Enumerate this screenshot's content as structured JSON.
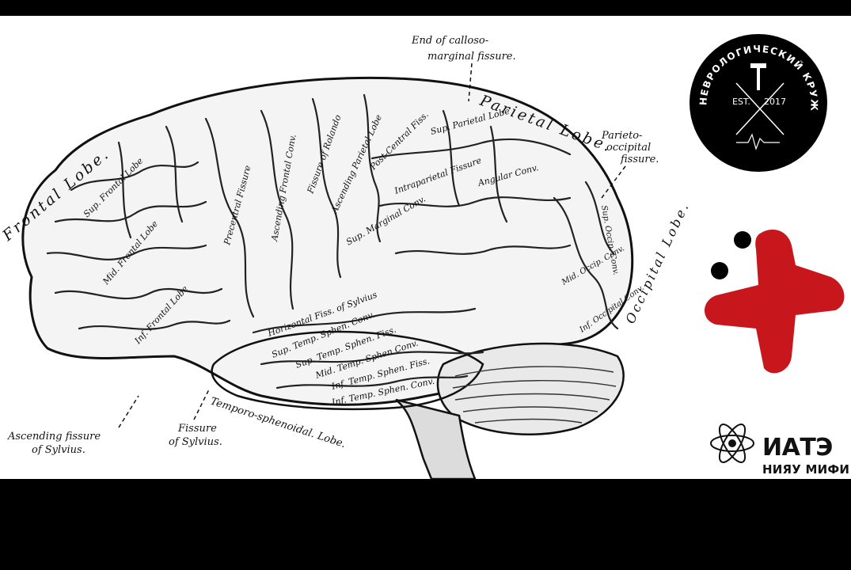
{
  "labels": {
    "frontal_lobe": "Frontal Lobe.",
    "parietal_lobe": "Parietal Lobe.",
    "occipital_lobe": "Occipital Lobe.",
    "temporo_sphenoidal_lobe": "Temporo-sphenoidal. Lobe.",
    "end_callosomarginal_1": "End of calloso-",
    "end_callosomarginal_2": "marginal fissure.",
    "parieto_occipital_1": "Parieto-",
    "parieto_occipital_2": "occipital",
    "parieto_occipital_3": "fissure.",
    "ascending_fissure_1": "Ascending fissure",
    "ascending_fissure_2": "of Sylvius.",
    "fissure_sylvius_1": "Fissure",
    "fissure_sylvius_2": "of Sylvius.",
    "sup_frontal_lobe": "Sup. Frontal Lobe",
    "mid_frontal_lobe": "Mid. Frontal Lobe",
    "inf_frontal_lobe": "Inf. Frontal Lobe",
    "precentral_fissure": "Precentral Fissure",
    "ascending_frontal_conv": "Ascending Frontal Conv.",
    "fissure_of_rolando": "Fissure of Rolando",
    "ascending_parietal_lobe": "Ascending Parietal Lobe",
    "post_central_fiss": "Post-Central Fiss.",
    "sup_parietal_lobe": "Sup. Parietal Lobe",
    "intraparietal_fissure": "Intraparietal Fissure",
    "sup_marginal_conv": "Sup. Marginal Conv.",
    "angular_conv": "Angular Conv.",
    "horizontal_fiss": "Horizontal Fiss. of Sylvius",
    "sup_temp_sphen_conv": "Sup. Temp. Sphen. Conv.",
    "sup_temp_sphen_fiss": "Sup. Temp. Sphen. Fiss.",
    "mid_temp_sphen_conv": "Mid. Temp. Sphen Conv.",
    "inf_temp_sphen_fiss": "Inf. Temp. Sphen. Fiss.",
    "inf_temp_sphen_conv": "Inf. Temp. Sphen. Conv.",
    "mid_occip_conv": "Mid. Occip. Conv.",
    "inf_occipital_conv": "Inf. Occipital Conv.",
    "sup_occip_conv": "Sup. Occip. Conv."
  },
  "logos": {
    "neuro_circle_title": "НЕВРОЛОГИЧЕСКИЙ КРУЖОК",
    "est": "EST.",
    "year": "2017",
    "iate": "ИАТЭ",
    "niyau_mifi": "НИЯУ МИФИ"
  },
  "colors": {
    "frame": "#000000",
    "background": "#ffffff",
    "red_plus": "#c8161d",
    "logo_circle": "#000000"
  }
}
